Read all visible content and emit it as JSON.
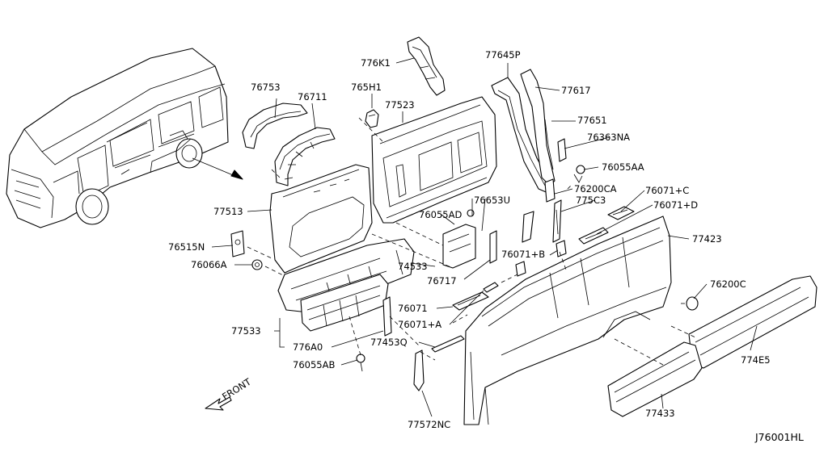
{
  "labels": {
    "p776K1": "776K1",
    "p77645P": "77645P",
    "p76753": "76753",
    "p76711": "76711",
    "p765H1": "765H1",
    "p77523": "77523",
    "p77617": "77617",
    "p77651": "77651",
    "p76363NA": "76363NA",
    "p76055AA": "76055AA",
    "p76200CA": "76200CA",
    "p76071C": "76071+C",
    "p775C3": "775C3",
    "p76071D": "76071+D",
    "p77513": "77513",
    "p76055AD": "76055AD",
    "p76653U": "76653U",
    "p77423": "77423",
    "p76515N": "76515N",
    "p76066A": "76066A",
    "p74533": "74533",
    "p76071B": "76071+B",
    "p76717": "76717",
    "p76200C": "76200C",
    "p76071": "76071",
    "p76071A": "76071+A",
    "p77533": "77533",
    "p77453Q": "77453Q",
    "p776A0": "776A0",
    "p774E5": "774E5",
    "p76055AB": "76055AB",
    "front": "FRONT",
    "p77433": "77433",
    "p77572NC": "77572NC",
    "diagram_code": "J76001HL"
  },
  "icons": {
    "front_arrow": "arrow-left-down-icon"
  }
}
